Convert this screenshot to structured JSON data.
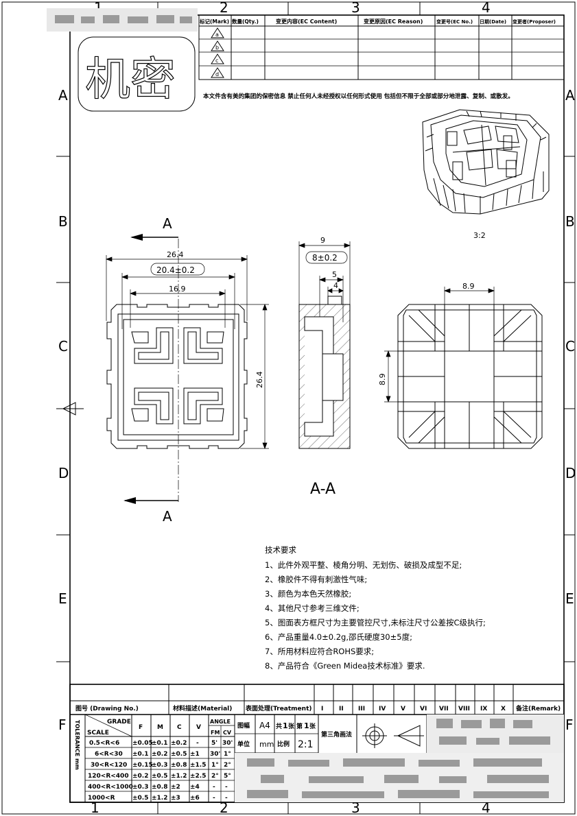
{
  "stamp": "机密",
  "zone_numbers": [
    "1",
    "2",
    "3",
    "4"
  ],
  "zone_letters": [
    "A",
    "B",
    "C",
    "D",
    "E",
    "F"
  ],
  "revision_table": {
    "headers": [
      "标记(Mark)",
      "数量(Qty.)",
      "变更内容(EC Content)",
      "变更原因(EC Reason)",
      "变更号(EC No.)",
      "日期(Date)",
      "变更者(Proposer)"
    ],
    "marks": [
      "a",
      "b",
      "c",
      "d"
    ]
  },
  "confidential_notice": "本文件含有美的集团的保密信息  禁止任何人未经授权以任何形式使用  包括但不限于全部或部分地泄露、复制、或散发。",
  "iso_scale": "3:2",
  "section_label": "A",
  "section_view_title": "A-A",
  "dims": {
    "outer_width": "26.4",
    "box_width": "20.4±0.2",
    "inner_width": "16.9",
    "height": "26.4",
    "thickness": "9",
    "box_thickness": "8±0.2",
    "step5": "5",
    "step4": "4",
    "back_width": "8.9",
    "back_height": "8.9"
  },
  "requirements": {
    "title": "技术要求",
    "items": [
      "1、此件外观平整、棱角分明、无划伤、破损及成型不足;",
      "2、橡胶件不得有刺激性气味;",
      "3、颜色为本色天然橡胶;",
      "4、其他尺寸参考三维文件;",
      "5、图面表方框尺寸为主要管控尺寸,未标注尺寸公差按C级执行;",
      "6、产品重量4.0±0.2g,邵氏硬度30±5度;",
      "7、所用材料应符合ROHS要求;",
      "8、产品符合《Green Midea技术标准》要求."
    ]
  },
  "title_block": {
    "drawing_no_label": "图号 (Drawing No.)",
    "material_label": "材料描述(Material)",
    "treatment_label": "表面处理(Treatment)",
    "roman": [
      "I",
      "II",
      "III",
      "IV",
      "V",
      "VI",
      "VII",
      "VIII",
      "IX",
      "X"
    ],
    "remark_label": "备注(Remark)",
    "tolerance_label": "TOLERANCE mm",
    "grade_label": "GRADE",
    "scale_label": "SCALE",
    "grade_cols": [
      "F",
      "M",
      "C",
      "V"
    ],
    "angle_label": "ANGLE",
    "angle_cols": [
      "FM",
      "CV"
    ],
    "rows": [
      {
        "range": "0.5<R<6",
        "F": "±0.05",
        "M": "±0.1",
        "C": "±0.2",
        "V": "-",
        "FM": "5'",
        "CV": "30'"
      },
      {
        "range": "6<R<30",
        "F": "±0.1",
        "M": "±0.2",
        "C": "±0.5",
        "V": "±1",
        "FM": "30'",
        "CV": "1°"
      },
      {
        "range": "30<R<120",
        "F": "±0.15",
        "M": "±0.3",
        "C": "±0.8",
        "V": "±1.5",
        "FM": "1°",
        "CV": "2°"
      },
      {
        "range": "120<R<400",
        "F": "±0.2",
        "M": "±0.5",
        "C": "±1.2",
        "V": "±2.5",
        "FM": "2°",
        "CV": "5°"
      },
      {
        "range": "400<R<1000",
        "F": "±0.3",
        "M": "±0.8",
        "C": "±2",
        "V": "±4",
        "FM": "-",
        "CV": "-"
      },
      {
        "range": "1000<R",
        "F": "±0.5",
        "M": "±1.2",
        "C": "±3",
        "V": "±6",
        "FM": "-",
        "CV": "-"
      }
    ],
    "sheet_size_label": "图幅",
    "sheet_size": "A4",
    "sheets_total_label": "共",
    "sheets_total": "1",
    "sheets_total_suffix": "张",
    "sheet_no_label": "第",
    "sheet_no": "1",
    "sheet_no_suffix": "张",
    "unit_label": "单位",
    "unit": "mm",
    "scale_ratio_label": "比例",
    "scale_ratio": "2:1",
    "projection": "第三角画法"
  }
}
